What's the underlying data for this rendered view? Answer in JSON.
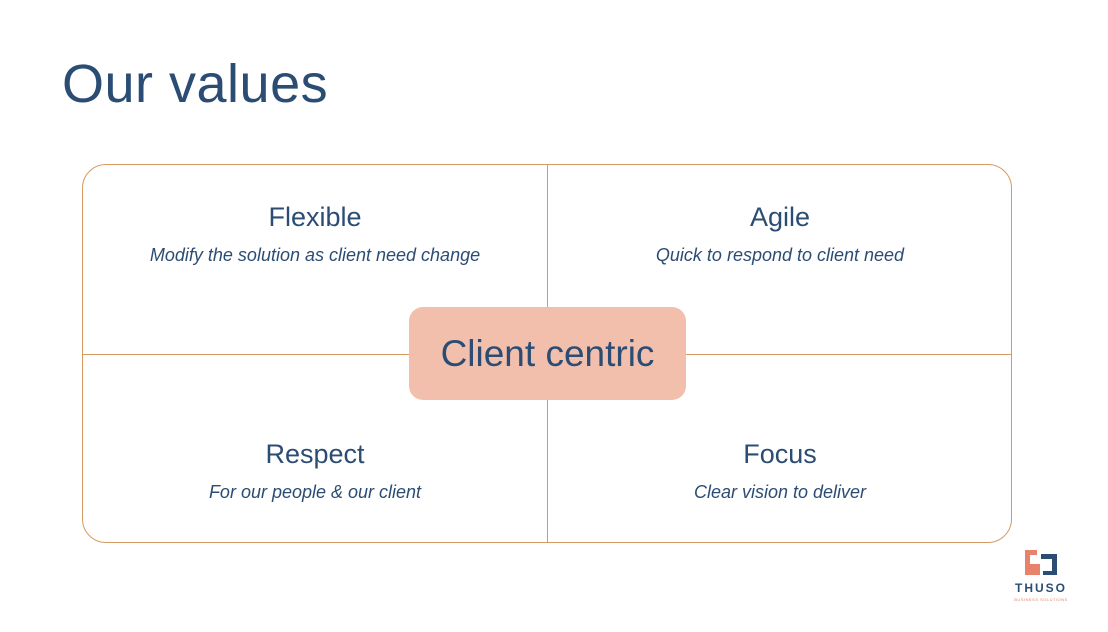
{
  "title": "Our values",
  "center": "Client centric",
  "values": {
    "top_left": {
      "title": "Flexible",
      "desc": "Modify the solution as client need change"
    },
    "top_right": {
      "title": "Agile",
      "desc": "Quick to respond to client need"
    },
    "bottom_left": {
      "title": "Respect",
      "desc": "For our people & our client"
    },
    "bottom_right": {
      "title": "Focus",
      "desc": "Clear vision to deliver"
    }
  },
  "logo": {
    "name": "THUSO",
    "tagline": "BUSINESS SOLUTIONS"
  },
  "colors": {
    "text": "#2b4c73",
    "border": "#d59a62",
    "center_fill": "#f3bfad",
    "logo_accent": "#e8826a"
  }
}
